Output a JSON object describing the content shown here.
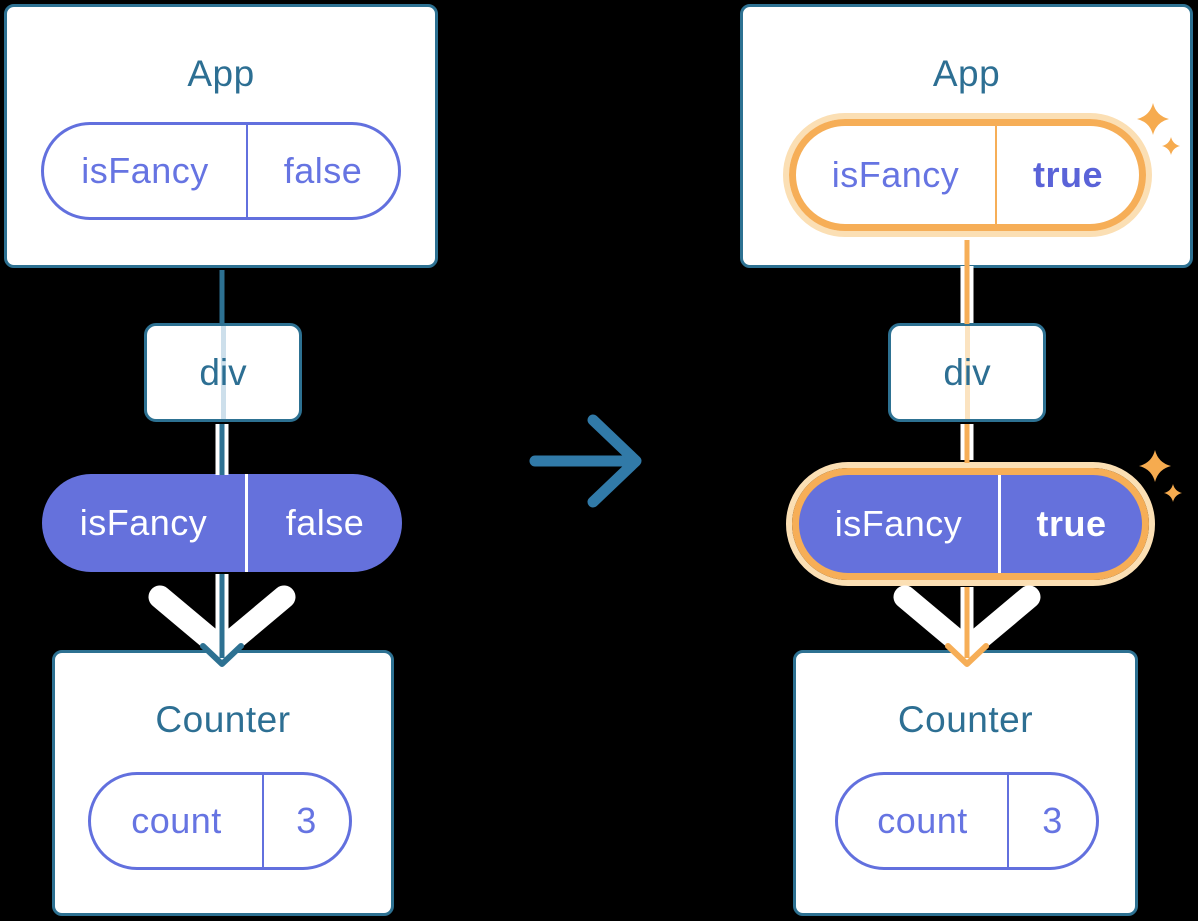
{
  "diagram": {
    "before": {
      "app": {
        "title": "App",
        "prop": {
          "name": "isFancy",
          "value": "false"
        }
      },
      "container": {
        "label": "div"
      },
      "passed_prop": {
        "name": "isFancy",
        "value": "false"
      },
      "counter": {
        "title": "Counter",
        "state": {
          "name": "count",
          "value": "3"
        }
      }
    },
    "after": {
      "app": {
        "title": "App",
        "prop": {
          "name": "isFancy",
          "value": "true"
        }
      },
      "container": {
        "label": "div"
      },
      "passed_prop": {
        "name": "isFancy",
        "value": "true"
      },
      "counter": {
        "title": "Counter",
        "state": {
          "name": "count",
          "value": "3"
        }
      }
    },
    "colors": {
      "card_border": "#2d7192",
      "title_text": "#2d6f93",
      "prop_purple": "#6674e2",
      "prop_purple_bold": "#5a63d8",
      "pill_fill_purple": "#6571dc",
      "highlight_orange": "#f6ae57",
      "highlight_halo": "#fbdfb4",
      "flow_arrow_white": "#ffffff",
      "flow_line_teal": "#2d7192",
      "transition_arrow_blue": "#317aa8",
      "sparkle_orange": "#f6ab4f"
    }
  }
}
